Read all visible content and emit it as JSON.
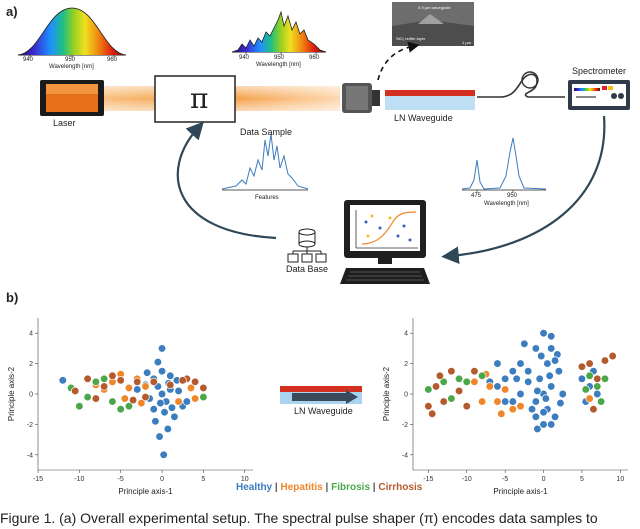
{
  "panel_a": {
    "label": "a)",
    "laser": "Laser",
    "shaper": "π",
    "waveguide": "LN Waveguide",
    "spectrometer": "Spectrometer",
    "data_sample": "Data Sample",
    "features": "Features",
    "database": "Data Base",
    "spec_top_left": {
      "ticks": [
        "940",
        "950",
        "960"
      ],
      "xlabel": "Wavelength [nm]"
    },
    "spec_top_mid": {
      "ticks": [
        "940",
        "950",
        "960"
      ],
      "xlabel": "Wavelength [nm]"
    },
    "spec_out": {
      "ticks": [
        "475",
        "950"
      ],
      "xlabel": "Wavelength [nm]"
    },
    "sem_text": [
      "0.9 µm waveguide",
      "SiO₂ buffer layer",
      "1 µm"
    ]
  },
  "panel_b": {
    "label": "b)",
    "waveguide": "LN Waveguide",
    "legend": [
      {
        "name": "Healthy",
        "color": "#3b7dbf"
      },
      {
        "name": "Hepatitis",
        "color": "#f0862a"
      },
      {
        "name": "Fibrosis",
        "color": "#4aa84a"
      },
      {
        "name": "Cirrhosis",
        "color": "#b55a2c"
      }
    ],
    "separator": "|"
  },
  "chart_data": [
    {
      "type": "scatter",
      "xlabel": "Principle axis-1",
      "ylabel": "Principle axis-2",
      "xlim": [
        -15,
        11
      ],
      "ylim": [
        -5,
        5
      ],
      "xticks": [
        -15,
        -10,
        -5,
        0,
        5,
        10
      ],
      "yticks": [
        -4,
        -2,
        0,
        2,
        4
      ],
      "series": [
        {
          "name": "Healthy",
          "points": [
            [
              -1,
              1
            ],
            [
              -0.5,
              0.5
            ],
            [
              0,
              0
            ],
            [
              0.5,
              -0.5
            ],
            [
              1,
              0.3
            ],
            [
              -1.5,
              -0.3
            ],
            [
              0,
              1.5
            ],
            [
              0.3,
              -1.2
            ],
            [
              -0.8,
              -1.8
            ],
            [
              1.5,
              -1.5
            ],
            [
              2,
              0.2
            ],
            [
              2.5,
              -0.8
            ],
            [
              -2,
              0.6
            ],
            [
              0,
              3
            ],
            [
              -0.5,
              2.1
            ],
            [
              1,
              1.2
            ],
            [
              -1,
              -1
            ],
            [
              0.7,
              -2.3
            ],
            [
              -0.3,
              -2.8
            ],
            [
              0.2,
              -4
            ],
            [
              3,
              -0.5
            ],
            [
              -3,
              0.3
            ],
            [
              1.8,
              0.9
            ],
            [
              -1.8,
              1.4
            ],
            [
              -12,
              0.9
            ],
            [
              0.8,
              0.7
            ],
            [
              -0.2,
              -0.6
            ],
            [
              1.2,
              -0.9
            ]
          ]
        },
        {
          "name": "Hepatitis",
          "points": [
            [
              -6,
              0.8
            ],
            [
              -4,
              0.4
            ],
            [
              -3,
              1
            ],
            [
              -2,
              0.5
            ],
            [
              -4.5,
              -0.3
            ],
            [
              -7,
              0.3
            ],
            [
              2,
              -0.5
            ],
            [
              4,
              -0.3
            ],
            [
              -5,
              1.3
            ],
            [
              -2.5,
              -0.6
            ],
            [
              3.5,
              0.4
            ],
            [
              -8,
              0.6
            ]
          ]
        },
        {
          "name": "Fibrosis",
          "points": [
            [
              -11,
              0.4
            ],
            [
              -9,
              -0.2
            ],
            [
              -10,
              -0.8
            ],
            [
              -7,
              1
            ],
            [
              -5,
              -1
            ],
            [
              -8,
              0.8
            ],
            [
              -6,
              -0.5
            ],
            [
              -4,
              -0.8
            ],
            [
              5,
              -0.2
            ]
          ]
        },
        {
          "name": "Cirrhosis",
          "points": [
            [
              -9,
              1
            ],
            [
              -8,
              -0.3
            ],
            [
              -7,
              0.5
            ],
            [
              -5,
              0.9
            ],
            [
              -3,
              0.8
            ],
            [
              -2,
              -0.2
            ],
            [
              -1,
              0.8
            ],
            [
              1,
              0.6
            ],
            [
              3,
              1
            ],
            [
              4,
              0.8
            ],
            [
              5,
              0.4
            ],
            [
              -6,
              1.2
            ],
            [
              -3.5,
              -0.4
            ],
            [
              2.5,
              0.9
            ],
            [
              -10.5,
              0.2
            ]
          ]
        }
      ]
    },
    {
      "type": "scatter",
      "xlabel": "Principle axis-1",
      "ylabel": "Principle axis-2",
      "xlim": [
        -17,
        11
      ],
      "ylim": [
        -5,
        5
      ],
      "xticks": [
        -15,
        -10,
        -5,
        0,
        5,
        10
      ],
      "yticks": [
        -4,
        -2,
        0,
        2,
        4
      ],
      "series": [
        {
          "name": "Healthy",
          "points": [
            [
              0,
              4
            ],
            [
              -1,
              3
            ],
            [
              1,
              3
            ],
            [
              0.5,
              2
            ],
            [
              -0.5,
              1
            ],
            [
              1,
              0.5
            ],
            [
              0,
              0
            ],
            [
              -1,
              -0.5
            ],
            [
              0.5,
              -1
            ],
            [
              1.5,
              -1.5
            ],
            [
              0,
              -2
            ],
            [
              -1,
              -1.5
            ],
            [
              1,
              -2
            ],
            [
              2,
              1.5
            ],
            [
              -2,
              1.5
            ],
            [
              -3,
              2
            ],
            [
              -4,
              1.5
            ],
            [
              -5,
              1
            ],
            [
              -6,
              0.5
            ],
            [
              -4,
              -0.5
            ],
            [
              -3,
              0
            ],
            [
              -5,
              -0.5
            ],
            [
              -6,
              2
            ],
            [
              -2.5,
              3.3
            ],
            [
              1.8,
              2.6
            ],
            [
              -0.8,
              0.2
            ],
            [
              0.3,
              -0.3
            ],
            [
              2.5,
              0
            ],
            [
              -1.5,
              -1
            ],
            [
              0.8,
              1.2
            ],
            [
              -2,
              0.8
            ],
            [
              5,
              1
            ],
            [
              6,
              0.5
            ],
            [
              7,
              0
            ],
            [
              5.5,
              -0.5
            ],
            [
              6.5,
              1.5
            ],
            [
              -7,
              0.8
            ],
            [
              -8,
              1.2
            ],
            [
              1.5,
              2.2
            ],
            [
              -0.3,
              2.5
            ],
            [
              2.2,
              -0.6
            ],
            [
              -3.5,
              1
            ],
            [
              0,
              -1.2
            ],
            [
              1,
              3.8
            ],
            [
              -0.8,
              -2.3
            ]
          ]
        },
        {
          "name": "Hepatitis",
          "points": [
            [
              -7,
              0.5
            ],
            [
              -6,
              -0.5
            ],
            [
              -5,
              0.3
            ],
            [
              -4,
              -1
            ],
            [
              -9,
              0.8
            ],
            [
              -8,
              -0.5
            ],
            [
              -3,
              -0.8
            ],
            [
              -5.5,
              -1.3
            ],
            [
              -7.5,
              1.3
            ],
            [
              6,
              -0.3
            ]
          ]
        },
        {
          "name": "Fibrosis",
          "points": [
            [
              -15,
              0.3
            ],
            [
              -13,
              0.8
            ],
            [
              -11,
              1
            ],
            [
              -10,
              0.8
            ],
            [
              -8,
              1.2
            ],
            [
              -12,
              -0.3
            ],
            [
              6,
              1.2
            ],
            [
              7,
              0.5
            ],
            [
              8,
              1
            ],
            [
              5.5,
              0.3
            ],
            [
              7.5,
              -0.5
            ]
          ]
        },
        {
          "name": "Cirrhosis",
          "points": [
            [
              -15,
              -0.8
            ],
            [
              -14,
              0.5
            ],
            [
              -13,
              -0.5
            ],
            [
              -12,
              1.5
            ],
            [
              -10,
              -0.8
            ],
            [
              -9,
              1.5
            ],
            [
              -11,
              0.2
            ],
            [
              6,
              2
            ],
            [
              7,
              1
            ],
            [
              8,
              2.2
            ],
            [
              9,
              2.5
            ],
            [
              6.5,
              -1
            ],
            [
              5,
              1.8
            ],
            [
              -14.5,
              -1.3
            ],
            [
              -13.5,
              1.2
            ]
          ]
        }
      ]
    }
  ],
  "caption": "Figure 1. (a) Overall experimental setup. The spectral pulse shaper (π) encodes data samples to"
}
